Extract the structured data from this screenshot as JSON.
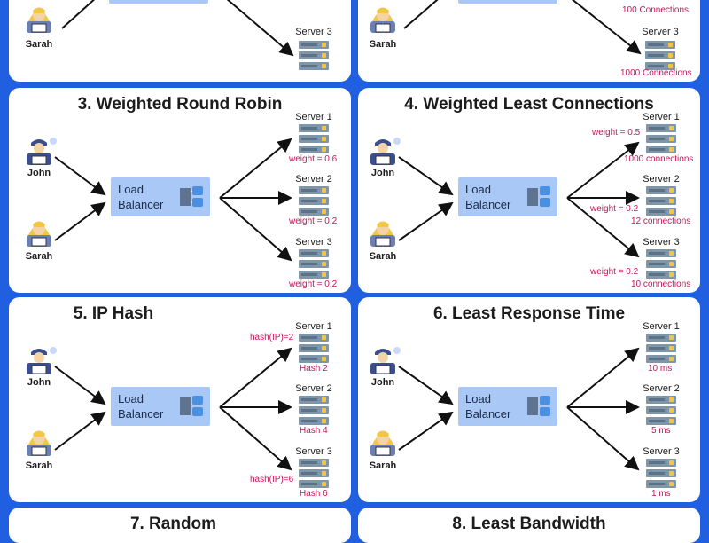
{
  "diagram": {
    "user_names": [
      "John",
      "Sarah"
    ],
    "load_balancer_label": "Load\nBalancer",
    "server_labels": [
      "Server 1",
      "Server 2",
      "Server 3"
    ],
    "panels": [
      {
        "id": "p1",
        "title": "",
        "show_john": false,
        "show_top_server": false,
        "server3_label": "Server 3",
        "annotations": []
      },
      {
        "id": "p2",
        "title": "",
        "show_john": false,
        "show_top_server": false,
        "server3_label": "Server 3",
        "annotations": [
          {
            "text": "100 Connections"
          },
          {
            "text": "1000 Connections"
          }
        ]
      },
      {
        "id": "p3",
        "title": "3. Weighted Round Robin",
        "annotations": [
          {
            "text": "weight = 0.6"
          },
          {
            "text": "weight = 0.2"
          },
          {
            "text": "weight = 0.2"
          }
        ]
      },
      {
        "id": "p4",
        "title": "4. Weighted Least Connections",
        "annotations": [
          {
            "text": "weight = 0.5"
          },
          {
            "text": "1000 connections"
          },
          {
            "text": "weight = 0.2"
          },
          {
            "text": "12 connections"
          },
          {
            "text": "weight = 0.2"
          },
          {
            "text": "10 connections"
          }
        ]
      },
      {
        "id": "p5",
        "title": "5. IP Hash",
        "annotations": [
          {
            "text": "hash(IP)=2"
          },
          {
            "text": "Hash 2"
          },
          {
            "text": "Hash 4"
          },
          {
            "text": "hash(IP)=6"
          },
          {
            "text": "Hash 6"
          }
        ]
      },
      {
        "id": "p6",
        "title": "6. Least Response Time",
        "annotations": [
          {
            "text": "10 ms"
          },
          {
            "text": "5 ms"
          },
          {
            "text": "1 ms"
          }
        ]
      },
      {
        "id": "p7",
        "title": "7. Random"
      },
      {
        "id": "p8",
        "title": "8. Least Bandwidth"
      }
    ]
  },
  "colors": {
    "background": "#1f5fe0",
    "panel": "#ffffff",
    "load_balancer": "#a9c8f5",
    "annotation": "#c2185b"
  }
}
